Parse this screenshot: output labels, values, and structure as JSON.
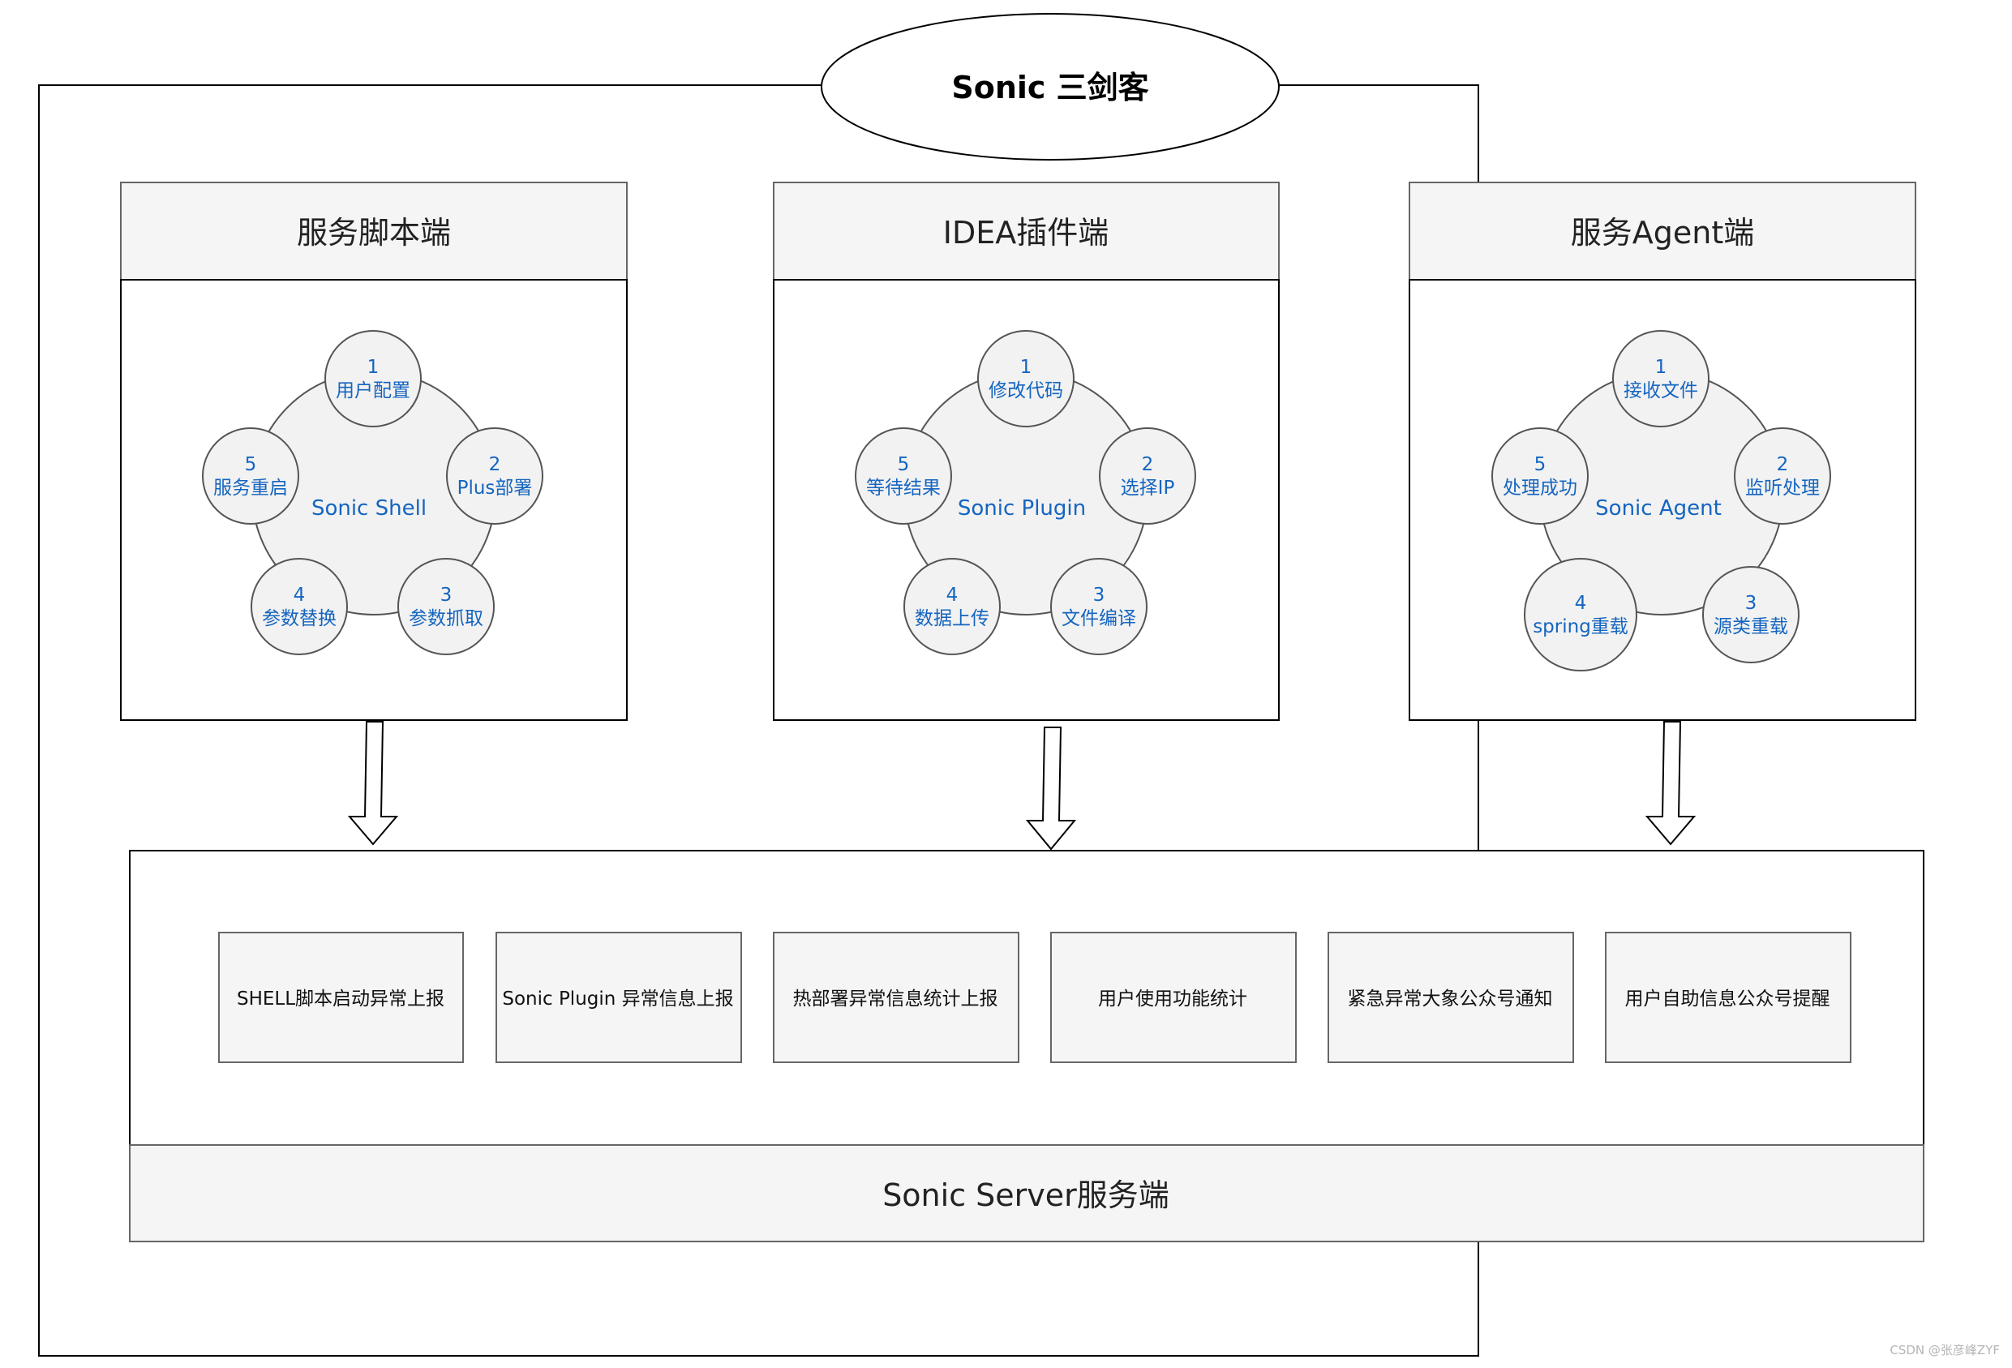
{
  "title": "Sonic 三剑客",
  "panels": [
    {
      "title": "服务脚本端",
      "center": "Sonic Shell",
      "nodes": [
        {
          "num": "1",
          "label": "用户配置"
        },
        {
          "num": "2",
          "label": "Plus部署"
        },
        {
          "num": "3",
          "label": "参数抓取"
        },
        {
          "num": "4",
          "label": "参数替换"
        },
        {
          "num": "5",
          "label": "服务重启"
        }
      ]
    },
    {
      "title": "IDEA插件端",
      "center": "Sonic Plugin",
      "nodes": [
        {
          "num": "1",
          "label": "修改代码"
        },
        {
          "num": "2",
          "label": "选择IP"
        },
        {
          "num": "3",
          "label": "文件编译"
        },
        {
          "num": "4",
          "label": "数据上传"
        },
        {
          "num": "5",
          "label": "等待结果"
        }
      ]
    },
    {
      "title": "服务Agent端",
      "center": "Sonic Agent",
      "nodes": [
        {
          "num": "1",
          "label": "接收文件"
        },
        {
          "num": "2",
          "label": "监听处理"
        },
        {
          "num": "3",
          "label": "源类重载"
        },
        {
          "num": "4",
          "label": "spring重载"
        },
        {
          "num": "5",
          "label": "处理成功"
        }
      ]
    }
  ],
  "server": {
    "modules": [
      "SHELL脚本启动异常上报",
      "Sonic Plugin 异常信息上报",
      "热部署异常信息统计上报",
      "用户使用功能统计",
      "紧急异常大象公众号通知",
      "用户自助信息公众号提醒"
    ],
    "label": "Sonic Server服务端"
  },
  "watermark": "CSDN @张彦峰ZYF"
}
